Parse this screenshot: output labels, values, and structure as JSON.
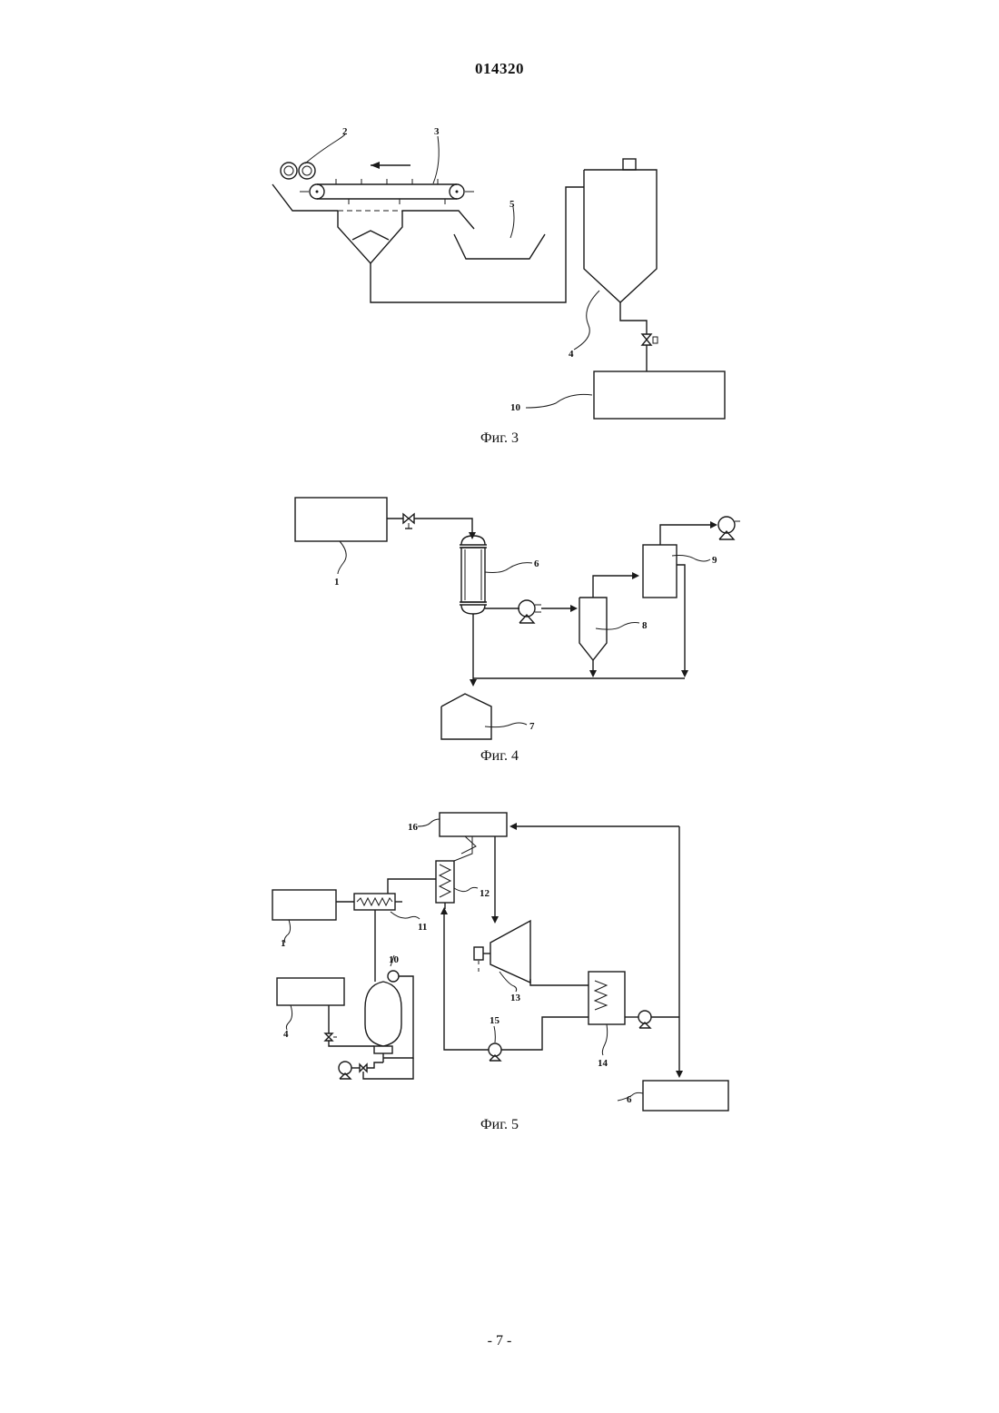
{
  "document": {
    "number": "014320",
    "page_number": "- 7 -"
  },
  "figures": {
    "fig3": {
      "caption": "Фиг. 3",
      "labels": {
        "l2": "2",
        "l3": "3",
        "l4": "4",
        "l5": "5",
        "l10": "10"
      }
    },
    "fig4": {
      "caption": "Фиг. 4",
      "labels": {
        "l1": "1",
        "l6": "6",
        "l7": "7",
        "l8": "8",
        "l9": "9"
      }
    },
    "fig5": {
      "caption": "Фиг. 5",
      "labels": {
        "l1": "1",
        "l4": "4",
        "l6": "6",
        "l10": "10",
        "l11": "11",
        "l12": "12",
        "l13": "13",
        "l14": "14",
        "l15": "15",
        "l16": "16"
      }
    }
  }
}
